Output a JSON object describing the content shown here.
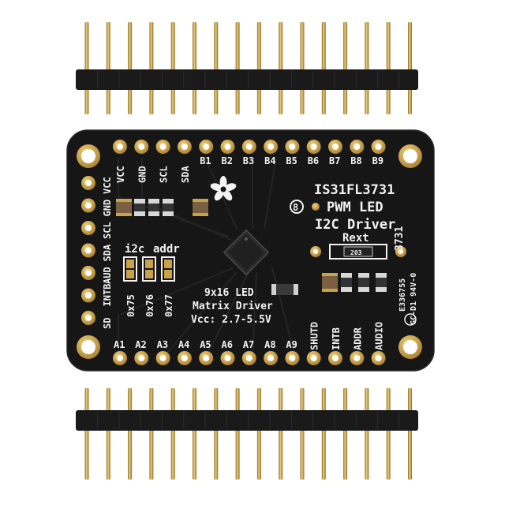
{
  "board": {
    "top_pins": [
      "VCC",
      "GND",
      "SCL",
      "SDA",
      "B1",
      "B2",
      "B3",
      "B4",
      "B5",
      "B6",
      "B7",
      "B8",
      "B9"
    ],
    "bottom_pins": [
      "A1",
      "A2",
      "A3",
      "A4",
      "A5",
      "A6",
      "A7",
      "A8",
      "A9",
      "SHUTD",
      "INTB",
      "ADDR",
      "AUDIO"
    ],
    "left_pins": [
      "VCC",
      "GND",
      "SCL",
      "SDA",
      "AUD",
      "INTB",
      "SD"
    ],
    "title_line1": "IS31FL3731",
    "title_line2": "PWM LED",
    "title_line3": "I2C Driver",
    "rext_label": "Rext",
    "i2c_label": "i2c",
    "addr_label": "addr",
    "addr_options": [
      "0x75",
      "0x76",
      "0x77"
    ],
    "matrix_line1": "9x16 LED",
    "matrix_line2": "Matrix Driver",
    "matrix_line3": "Vcc: 2.7-5.5V",
    "cert_line1": "E336755",
    "cert_line2": "GC-D1 94V-0",
    "resistor_code": "203",
    "part_code": "3731"
  },
  "colors": {
    "pcb": "#141414",
    "silk": "#f2f2f2",
    "pad": "#c9a24a",
    "header_body": "#1a1a1a",
    "pin": "#c8a040"
  }
}
